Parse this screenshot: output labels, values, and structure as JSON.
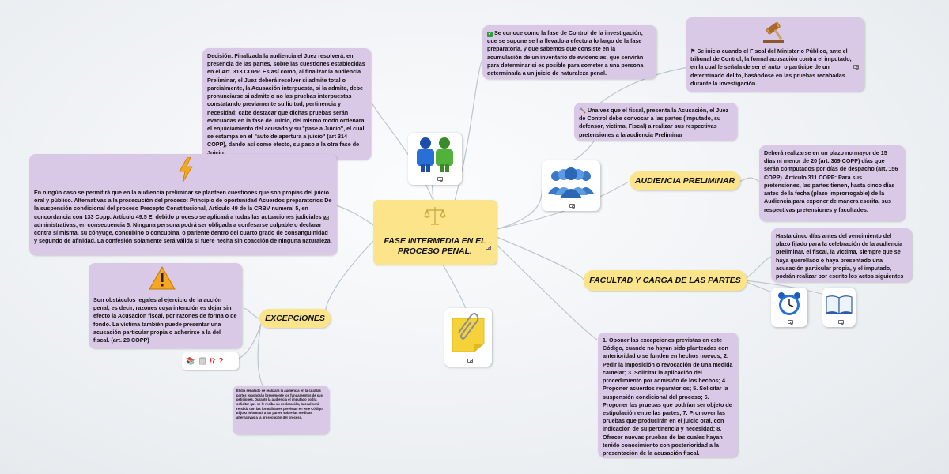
{
  "center": {
    "title": "FASE INTERMEDIA EN EL PROCESO PENAL."
  },
  "topics": {
    "audiencia": "AUDIENCIA PRELIMINAR",
    "facultad": "FACULTAD Y CARGA DE LAS PARTES",
    "excepciones": "EXCEPCIONES"
  },
  "notes": {
    "decision": "Decisión: Finalizada la audiencia el Juez resolverá, en presencia de las partes, sobre las cuestiones establecidas en el Art. 313 COPP. Es así como, al finalizar la audiencia Preliminar, el Juez deberá resolver si admite total o parcialmente, la Acusación interpuesta, si la admite, debe pronunciarse si admite o no las pruebas interpuestas constatando previamente su licitud, pertinencia y necesidad; cabe destacar que dichas pruebas serán evacuadas en la fase de Juicio, del mismo modo ordenara el enjuiciamiento del acusado y su \"pase a Juicio\", el cual se estampa en el \"auto de apertura a juicio\" (art 314 COPP), dando así como efecto, su paso a la otra fase de Juicio.",
    "control": "Se conoce como la fase de Control de la investigación, que se supone se ha llevado a efecto a lo largo de la fase preparatoria, y que sabemos que consiste en la acumulación de un inventario de evidencias, que servirán para determinar si es posible para someter a una persona determinada a un juicio de naturaleza penal.",
    "fiscal": "Se inicia cuando el Fiscal del Ministerio Público, ante el tribunal de Control, la formal acusación contra el imputado, en la cual le señala de ser el autor o participe de un determinado delito, basándose en las pruebas recabadas durante la investigación.",
    "convocar": "Una vez que el fiscal, presenta la Acusación, el Juez de Control debe convocar a las partes (Imputado, su defensor, victima, Fiscal) a realizar sus respectivas pretensiones a la audiencia Preliminar",
    "plazo": "Deberá realizarse en un plazo no mayor de 15 días ni menor de 20 (art. 309 COPP) días que serán computados por días de despacho (art. 156 COPP). Artículo 311 COPP: Para sus pretensiones, las partes tienen, hasta cinco días antes de la fecha (plazo improrrogable) de la Audiencia para exponer de manera escrita, sus respectivas pretensiones y facultades.",
    "hasta_cinco": "Hasta cinco días antes del vencimiento del plazo fijado para la celebración de la audiencia preliminar, el fiscal, la victima, siempre que se haya querellado o haya presentado una acusación particular propia, y el imputado, podrán realizar por escrito los actos siguientes",
    "ningun_caso": "En ningún caso se permitirá que en la audiencia preliminar se planteen cuestiones que son propias del juicio oral y público. Alternativas a la prosecución del proceso: Principio de oportunidad Acuerdos preparatorios De la suspensión condicional del proceso Precepto Constitucional, Artículo 49 de la CRBV numeral 5, en concordancia con 133 Copp. Artículo 49.5 El debido proceso se aplicará a todas las actuaciones judiciales y administrativas; en consecuencia 5. Ninguna persona podrá ser obligada a confesarse culpable o declarar contra sí misma, su cónyuge, concubino o concubina, o pariente dentro del cuarto grado de consanguinidad y segundo de afinidad. La confesión solamente será válida si fuere hecha sin coacción de ninguna naturaleza.",
    "obstaculos": "Son obstáculos legales al ejercicio de la acción penal, es decir, razones cuya intención es dejar sin efecto la Acusación fiscal, por razones de forma o de fondo. La víctima también puede presentar una acusación particular propia o adherirse a la del fiscal. (art. 28 COPP)",
    "dia_senalado": "El día señalado se realizará la audiencia en la cual las partes expondrán brevemente los fundamentos de sus peticiones. Durante la audiencia el imputado podrá solicitar que se le reciba su declaración, la cual será rendida con las formalidades previstas en este Código. El juez informará a las partes sobre las medidas alternativas a la prosecución del proceso.",
    "oponer": "1. Oponer las excepciones previstas en este Código, cuando no hayan sido planteadas con anterioridad o se funden en hechos nuevos; 2. Pedir la imposición o revocación de una medida cautelar; 3. Solicitar la aplicación del procedimiento por admisión de los hechos; 4. Proponer acuerdos reparatorios; 5. Solicitar la suspensión condicional del proceso; 6. Proponer las pruebas que podrían ser objeto de estipulación entre las partes; 7. Promover las pruebas que producirán en el juicio oral, con indicación de su pertinencia y necesidad; 8. Ofrecer nuevas pruebas de las cuales hayan tenido conocimiento con posterioridad a la presentación de la acusación fiscal."
  },
  "marker_icons": [
    "check-icon",
    "flag-icon",
    "hammer-icon",
    "lightning-icon",
    "warning-icon",
    "scales-icon",
    "people-icon",
    "group-icon",
    "paperclip-icon",
    "clock-icon",
    "book-icon",
    "gavel-icon"
  ],
  "colors": {
    "note_bg": "#d9c8e6",
    "topic_bg": "#fbe48a",
    "link": "#b9c3cc",
    "card_bg": "#ffffff"
  }
}
